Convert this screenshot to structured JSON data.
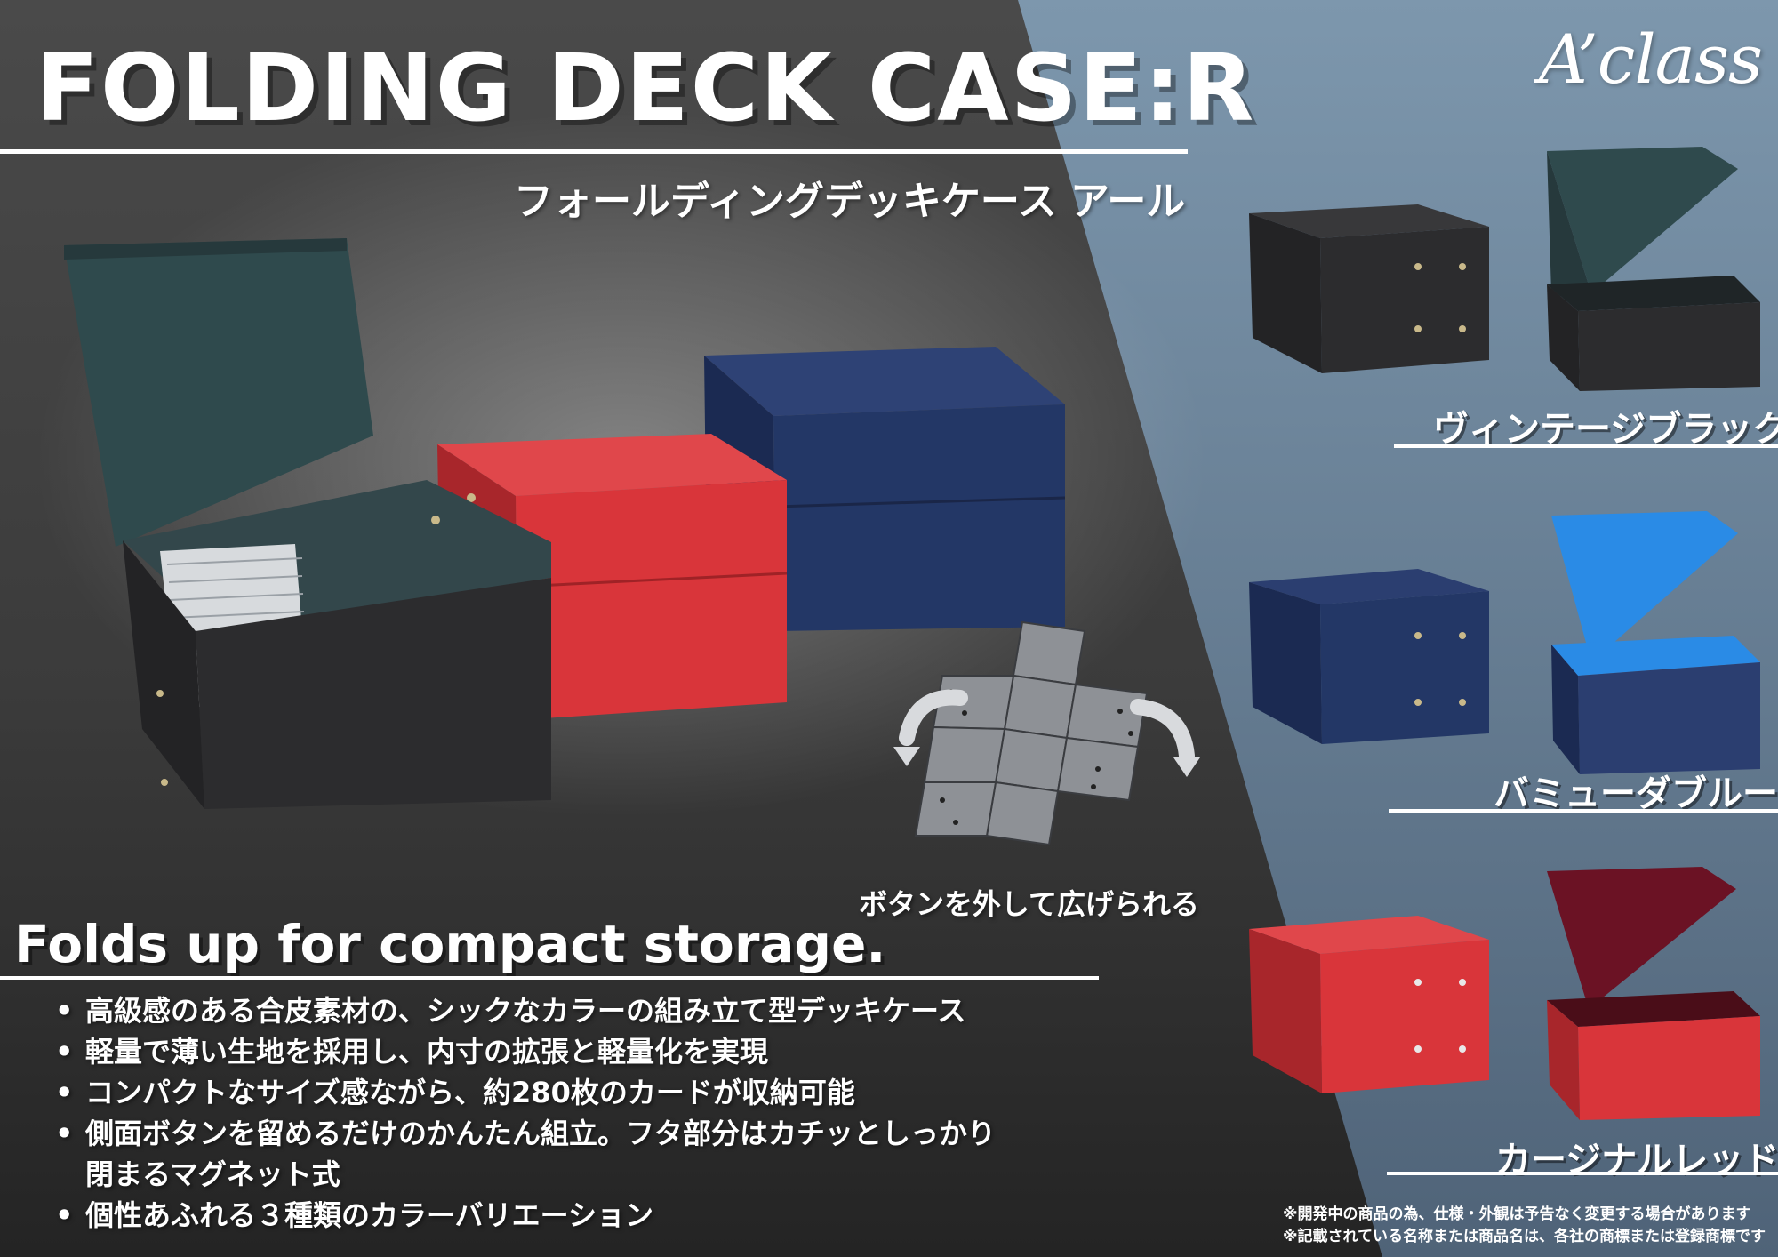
{
  "title": "FOLDING DECK CASE:R",
  "subtitle": "フォールディングデッキケース アール",
  "brand": "A’class",
  "colors": {
    "bg_blue": "#6f8aa1",
    "bg_dark": "#3a3a3a",
    "vintage_black": "#2c2c2e",
    "vintage_black_interior": "#2f4a4d",
    "bermuda_blue": "#233766",
    "bermuda_blue_interior": "#2a8be6",
    "cardinal_red": "#d9353a",
    "cardinal_red_interior": "#6b1224"
  },
  "variants": [
    {
      "label": "ヴィンテージブラック"
    },
    {
      "label": "バミューダブルー"
    },
    {
      "label": "カージナルレッド"
    }
  ],
  "fold_caption": "ボタンを外して広げられる",
  "section_heading": "Folds up for compact storage.",
  "features": [
    {
      "text": "高級感のある合皮素材の、シックなカラーの組み立て型デッキケース"
    },
    {
      "text": "軽量で薄い生地を採用し、内寸の拡張と軽量化を実現"
    },
    {
      "text": "コンパクトなサイズ感ながら、約280枚のカードが収納可能"
    },
    {
      "text": "側面ボタンを留めるだけのかんたん組立。フタ部分はカチッとしっかり",
      "cont": "閉まるマグネット式"
    },
    {
      "text": "個性あふれる３種類のカラーバリエーション"
    }
  ],
  "notes": [
    "※開発中の商品の為、仕様・外観は予告なく変更する場合があります",
    "※記載されている名称または商品名は、各社の商標または登録商標です"
  ]
}
